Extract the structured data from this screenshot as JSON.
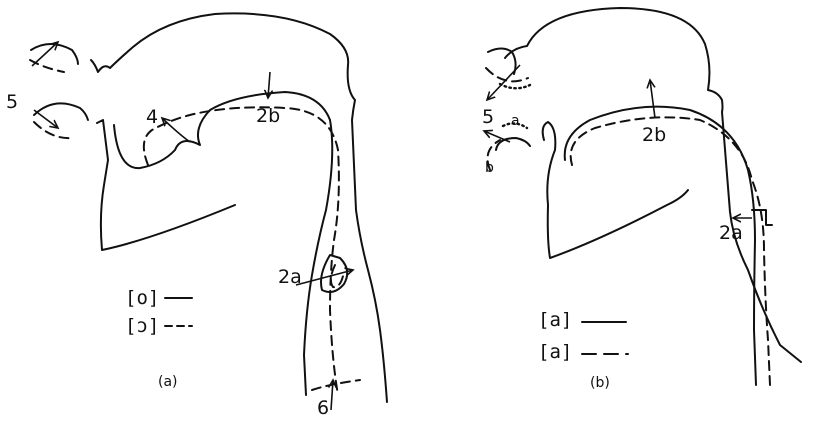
{
  "panel_a": {
    "caption": "(a)",
    "labels": {
      "l5": "5",
      "l4": "4",
      "l2b": "2b",
      "l2a": "2a",
      "l6": "6"
    },
    "legend": {
      "solid": "[o]",
      "dashed": "[ɔ]"
    }
  },
  "panel_b": {
    "caption": "(b)",
    "labels": {
      "l5": "5",
      "la": "a",
      "lb": "b",
      "l2b": "2b",
      "l2a": "2a"
    },
    "legend": {
      "solid": "[a]",
      "dashed": "[a]"
    }
  }
}
